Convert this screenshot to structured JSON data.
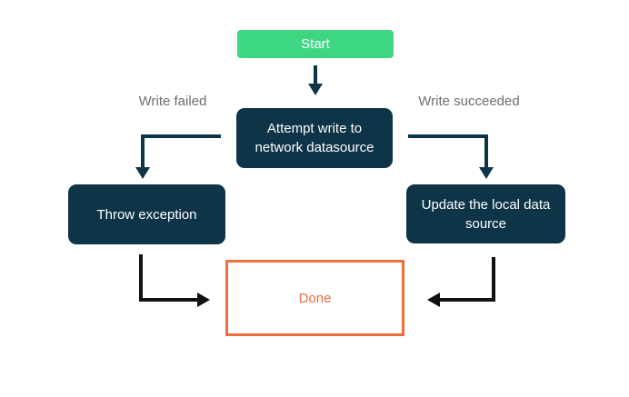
{
  "colors": {
    "green": "#3dd783",
    "navy": "#0e3447",
    "orange": "#ee6e3d",
    "gray_label": "#6e6e6e",
    "arrow_black": "#111111",
    "bg": "#ffffff"
  },
  "diagram": {
    "type": "flowchart",
    "nodes": {
      "start": {
        "label": "Start",
        "shape": "rounded-rect",
        "fill": "#3dd783",
        "text_color": "#ffffff"
      },
      "attempt": {
        "label": "Attempt write to network datasource",
        "shape": "rounded-rect",
        "fill": "#0e3447",
        "text_color": "#ffffff"
      },
      "throw_exception": {
        "label": "Throw exception",
        "shape": "rounded-rect",
        "fill": "#0e3447",
        "text_color": "#ffffff"
      },
      "update_local": {
        "label": "Update the local data source",
        "shape": "rounded-rect",
        "fill": "#0e3447",
        "text_color": "#ffffff"
      },
      "done": {
        "label": "Done",
        "shape": "rect-outline",
        "fill": "#ffffff",
        "border_color": "#ee6e3d",
        "text_color": "#ee6e3d"
      }
    },
    "edges": [
      {
        "from": "start",
        "to": "attempt",
        "label": "",
        "color": "#0e3447"
      },
      {
        "from": "attempt",
        "to": "throw_exception",
        "label": "Write failed",
        "color": "#0e3447"
      },
      {
        "from": "attempt",
        "to": "update_local",
        "label": "Write succeeded",
        "color": "#0e3447"
      },
      {
        "from": "throw_exception",
        "to": "done",
        "label": "",
        "color": "#111111"
      },
      {
        "from": "update_local",
        "to": "done",
        "label": "",
        "color": "#111111"
      }
    ],
    "edge_labels": {
      "write_failed": "Write failed",
      "write_succeeded": "Write succeeded"
    }
  }
}
